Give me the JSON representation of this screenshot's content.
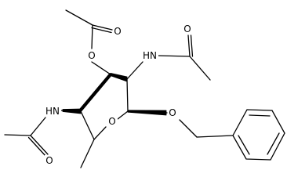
{
  "labels": {
    "o_acetoxy_carbonyl": "O",
    "o_acetoxy_ester": "O",
    "nh_right": "HN",
    "o_right_carbonyl": "O",
    "nh_left": "HN",
    "o_left_carbonyl": "O",
    "o_ring": "O",
    "o_benzyloxy": "O"
  },
  "colors": {
    "stroke": "#000000",
    "background": "#ffffff"
  }
}
